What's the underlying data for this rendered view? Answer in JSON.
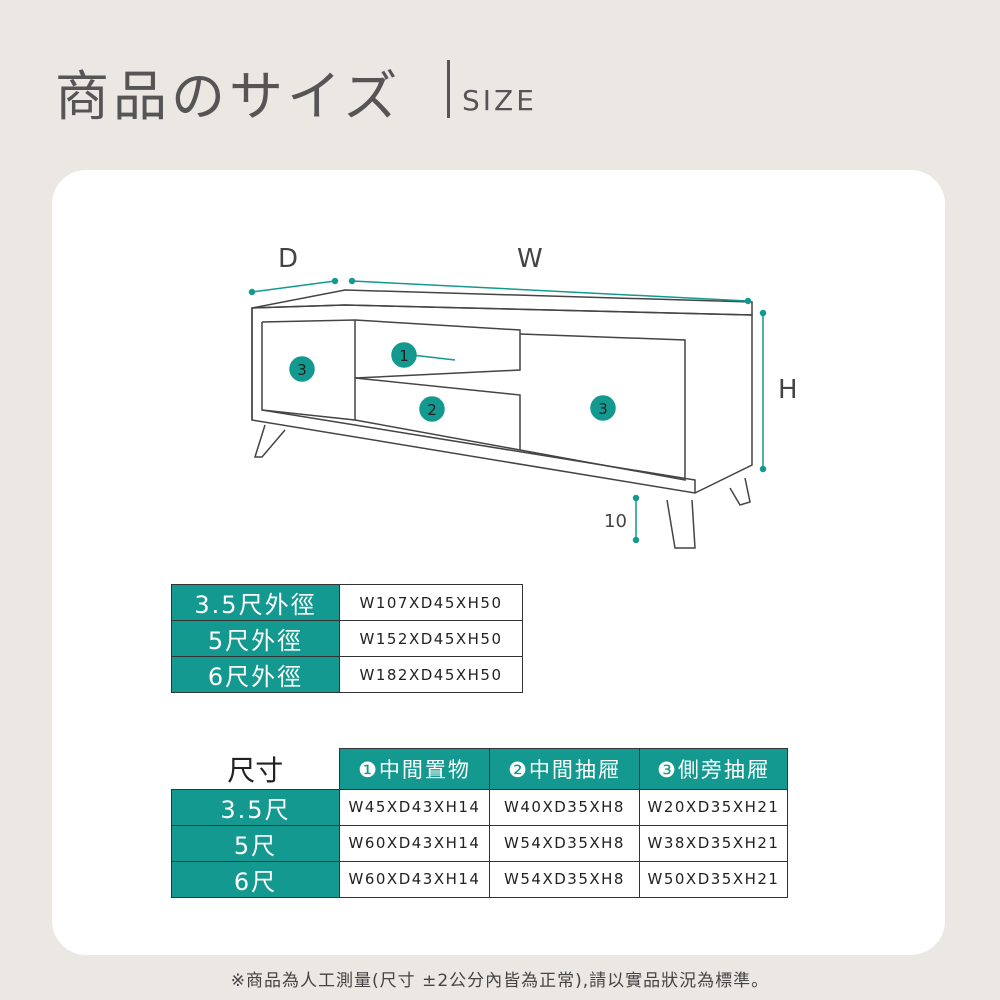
{
  "header": {
    "title": "商品のサイズ",
    "subtitle": "SIZE"
  },
  "diagram": {
    "d_label": "D",
    "w_label": "W",
    "h_label": "H",
    "leg_label": "10",
    "markers": [
      "1",
      "2",
      "3",
      "3"
    ],
    "accent": "#13998f"
  },
  "outer_table": {
    "rows": [
      {
        "label": "3.5尺外徑",
        "value": "W107XD45XH50"
      },
      {
        "label": "5尺外徑",
        "value": "W152XD45XH50"
      },
      {
        "label": "6尺外徑",
        "value": "W182XD45XH50"
      }
    ]
  },
  "inner_table": {
    "corner": "尺寸",
    "headers": [
      "❶中間置物",
      "❷中間抽屜",
      "❸側旁抽屜"
    ],
    "rows": [
      {
        "label": "3.5尺",
        "values": [
          "W45XD43XH14",
          "W40XD35XH8",
          "W20XD35XH21"
        ]
      },
      {
        "label": "5尺",
        "values": [
          "W60XD43XH14",
          "W54XD35XH8",
          "W38XD35XH21"
        ]
      },
      {
        "label": "6尺",
        "values": [
          "W60XD43XH14",
          "W54XD35XH8",
          "W50XD35XH21"
        ]
      }
    ]
  },
  "note": "※商品為人工測量(尺寸 ±2公分內皆為正常),請以實品狀況為標準。"
}
